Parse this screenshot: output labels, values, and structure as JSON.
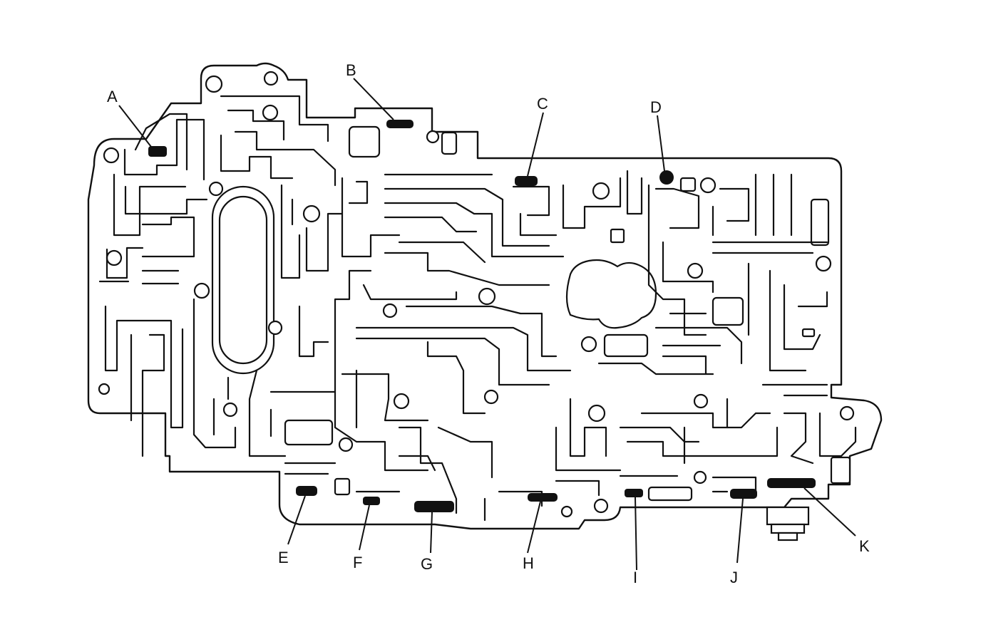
{
  "callouts": [
    {
      "id": "A",
      "label": "A"
    },
    {
      "id": "B",
      "label": "B"
    },
    {
      "id": "C",
      "label": "C"
    },
    {
      "id": "D",
      "label": "D"
    },
    {
      "id": "E",
      "label": "E"
    },
    {
      "id": "F",
      "label": "F"
    },
    {
      "id": "G",
      "label": "G"
    },
    {
      "id": "H",
      "label": "H"
    },
    {
      "id": "I",
      "label": "I"
    },
    {
      "id": "J",
      "label": "J"
    },
    {
      "id": "K",
      "label": "K"
    }
  ],
  "colors": {
    "line": "#111111",
    "background": "#ffffff"
  }
}
